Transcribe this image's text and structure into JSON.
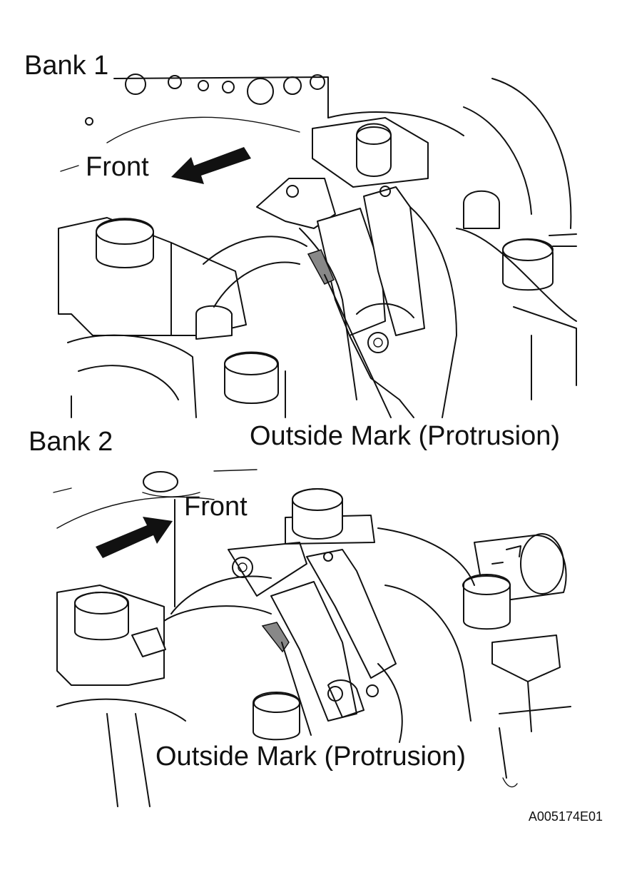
{
  "panels": [
    {
      "bank_label": "Bank 1",
      "direction_label": "Front",
      "mark_label": "Outside Mark (Protrusion)"
    },
    {
      "bank_label": "Bank 2",
      "direction_label": "Front",
      "mark_label": "Outside Mark (Protrusion)"
    }
  ],
  "figure_code": "A005174E01"
}
